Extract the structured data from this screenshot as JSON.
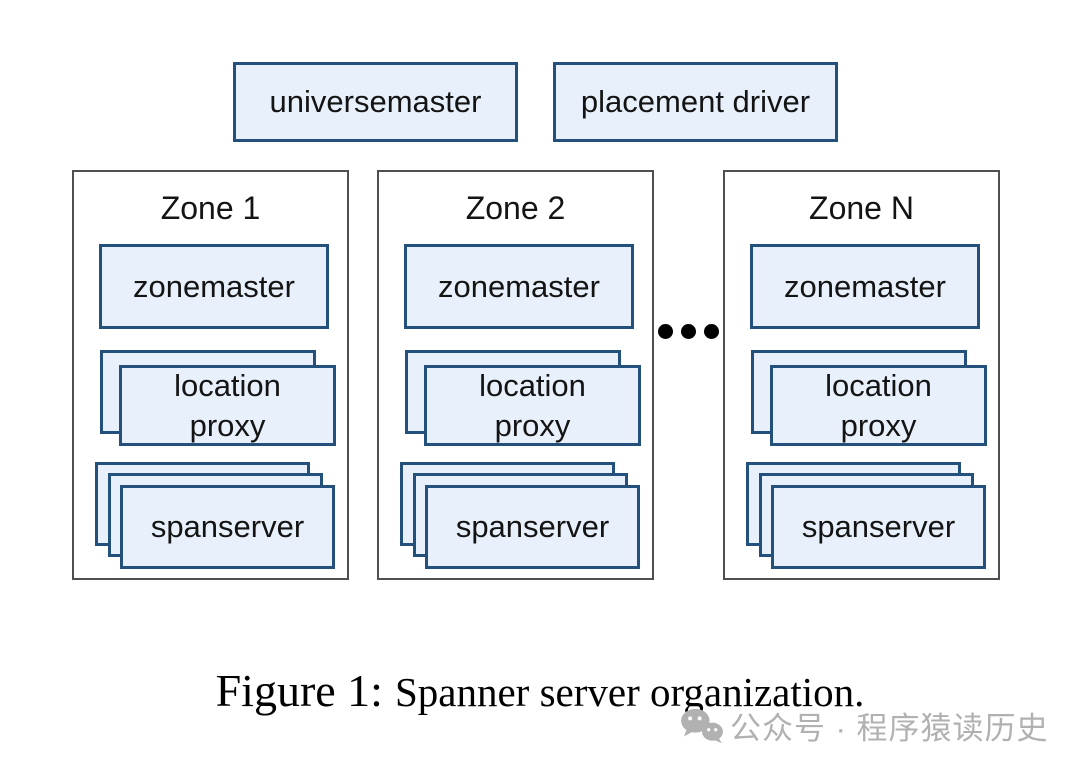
{
  "figure": {
    "top_boxes": [
      {
        "label": "universemaster"
      },
      {
        "label": "placement driver"
      }
    ],
    "zones": [
      {
        "title": "Zone 1",
        "zonemaster_label": "zonemaster",
        "location_proxy_label": "location proxy",
        "spanserver_label": "spanserver"
      },
      {
        "title": "Zone 2",
        "zonemaster_label": "zonemaster",
        "location_proxy_label": "location proxy",
        "spanserver_label": "spanserver"
      },
      {
        "title": "Zone N",
        "zonemaster_label": "zonemaster",
        "location_proxy_label": "location proxy",
        "spanserver_label": "spanserver"
      }
    ],
    "ellipsis_between_zones": "three-dots"
  },
  "caption": {
    "label": "Figure 1:",
    "text": "Spanner server organization."
  },
  "watermark": {
    "icon": "wechat-icon",
    "text": "公众号 · 程序猿读历史"
  },
  "colors": {
    "background": "#ffffff",
    "box_fill": "#e8f0fb",
    "box_border": "#24517c",
    "zone_border": "#4f4f4f",
    "text": "#141414",
    "watermark_gray": "#b1b1b1"
  }
}
